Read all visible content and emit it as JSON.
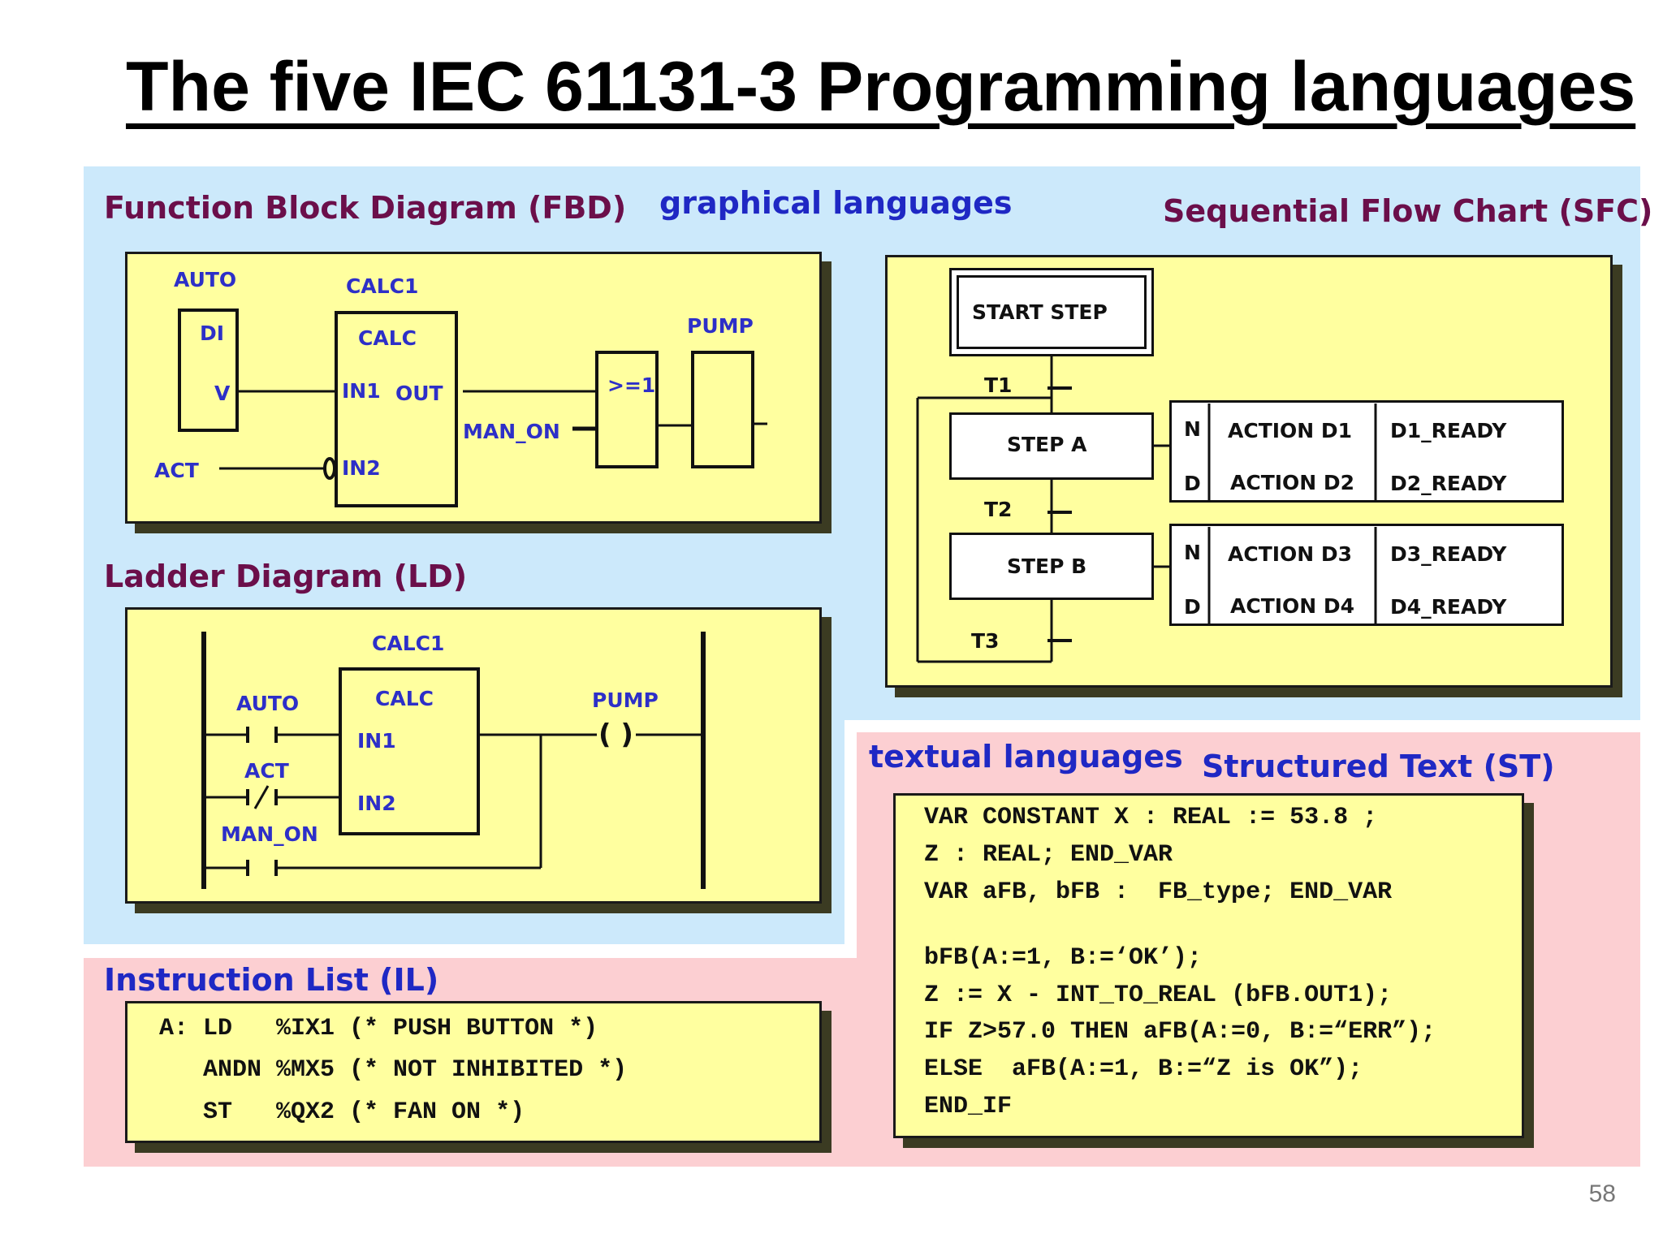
{
  "title": "The five IEC 61131-3 Programming languages",
  "page_number": "58",
  "graphical_heading": "graphical languages",
  "textual_heading": "textual languages",
  "fbd": {
    "heading": "Function Block Diagram (FBD)",
    "auto": "AUTO",
    "di": "DI",
    "v": "V",
    "act": "ACT",
    "calc1": "CALC1",
    "calc": "CALC",
    "in1": "IN1",
    "out": "OUT",
    "in2": "IN2",
    "man_on": "MAN_ON",
    "or": ">=1",
    "pump": "PUMP"
  },
  "ld": {
    "heading": "Ladder Diagram (LD)",
    "calc1": "CALC1",
    "calc": "CALC",
    "in1": "IN1",
    "in2": "IN2",
    "auto": "AUTO",
    "act": "ACT",
    "man_on": "MAN_ON",
    "pump": "PUMP",
    "coil": "( )"
  },
  "sfc": {
    "heading": "Sequential Flow Chart (SFC)",
    "start_step": "START STEP",
    "t1": "T1",
    "t2": "T2",
    "t3": "T3",
    "step_a": "STEP A",
    "step_b": "STEP B",
    "block_a": {
      "q1": "N",
      "a1": "ACTION D1",
      "r1": "D1_READY",
      "q2": "D",
      "a2": "ACTION D2",
      "r2": "D2_READY"
    },
    "block_b": {
      "q1": "N",
      "a1": "ACTION D3",
      "r1": "D3_READY",
      "q2": "D",
      "a2": "ACTION D4",
      "r2": "D4_READY"
    }
  },
  "il": {
    "heading": "Instruction List (IL)",
    "lines": [
      "A: LD   %IX1 (* PUSH BUTTON *)",
      "   ANDN %MX5 (* NOT INHIBITED *)",
      "   ST   %QX2 (* FAN ON *)"
    ]
  },
  "st": {
    "heading": "Structured Text (ST)",
    "lines": [
      "VAR CONSTANT X : REAL := 53.8 ;",
      "Z : REAL; END_VAR",
      "VAR aFB, bFB :  FB_type; END_VAR",
      "",
      "bFB(A:=1, B:=‘OK’);",
      "Z := X - INT_TO_REAL (bFB.OUT1);",
      "IF Z>57.0 THEN aFB(A:=0, B:=“ERR”);",
      "ELSE  aFB(A:=1, B:=“Z is OK”);",
      "END_IF"
    ]
  }
}
